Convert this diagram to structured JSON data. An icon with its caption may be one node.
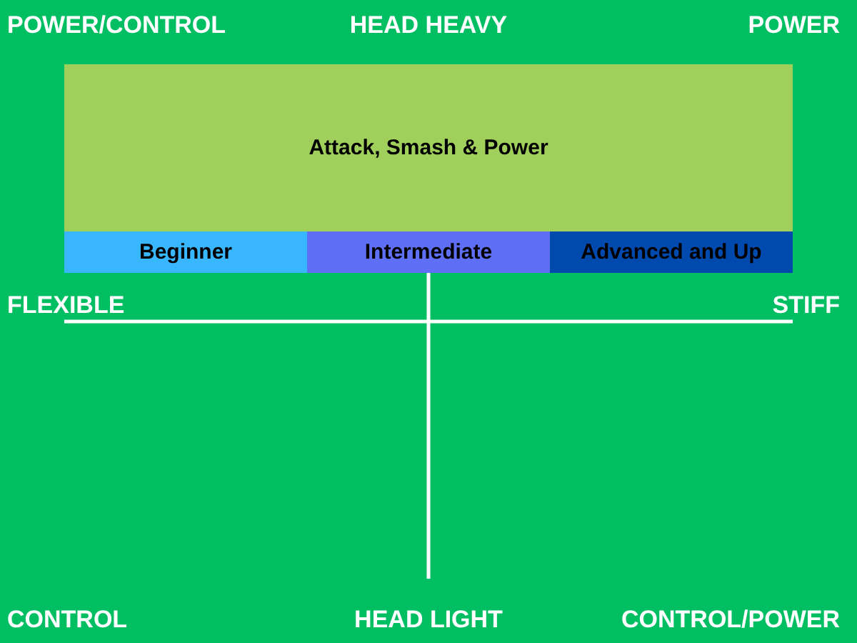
{
  "diagram": {
    "nodes": [
      {
        "text": [
          "Attack, Smash & Power"
        ]
      },
      {
        "text": [
          "Beginner"
        ]
      },
      {
        "text": [
          "Intermediate"
        ]
      },
      {
        "text": [
          "Advanced and Up"
        ]
      }
    ],
    "edges": [],
    "labels": [
      "POWER/CONTROL",
      "HEAD HEAVY",
      "POWER",
      "FLEXIBLE",
      "STIFF",
      "CONTROL",
      "HEAD LIGHT",
      "CONTROL/POWER"
    ]
  }
}
